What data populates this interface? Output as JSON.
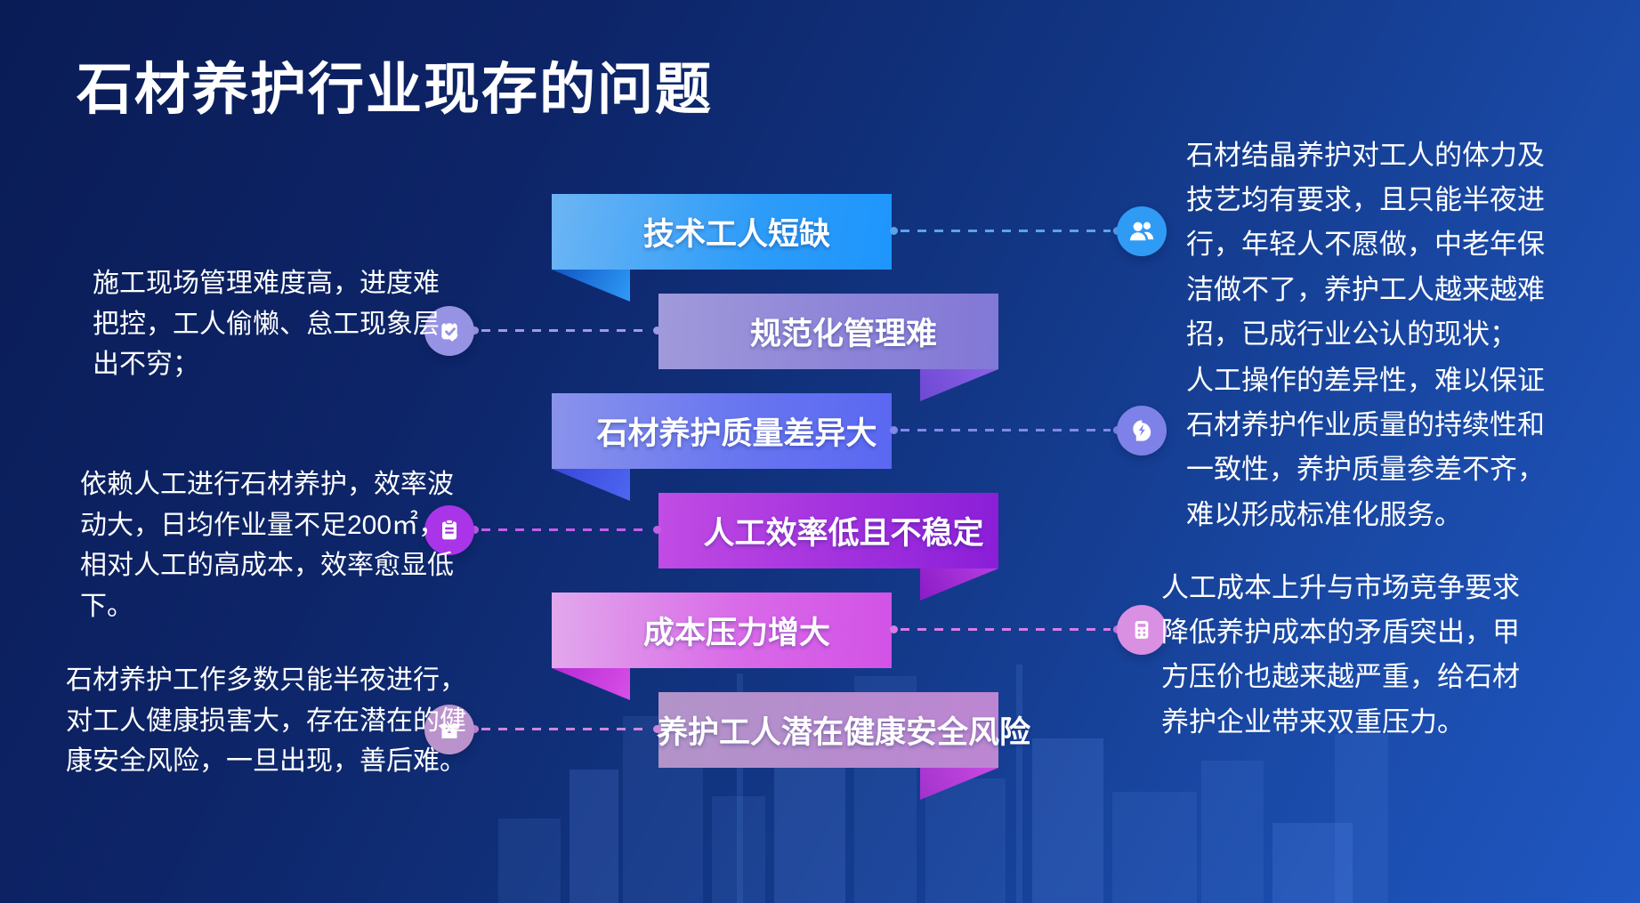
{
  "title": "石材养护行业现存的问题",
  "colors": {
    "background": "linear-gradient(117deg,#0a1c56 0%,#0d2467 28%,#123684 55%,#1a4aa8 80%,#2057c2 100%)",
    "text": "#ffffff"
  },
  "banners": [
    {
      "label": "技术工人短缺",
      "bg": "linear-gradient(100deg,#6cb5f4 0%,#2d9cf8 60%,#1d96fd 100%)",
      "tail": "linear-gradient(120deg,#0f55c4,#2f9bf7)"
    },
    {
      "label": "规范化管理难",
      "bg": "linear-gradient(93deg,#a09ada 0%,#8d84d8 55%,#8278d6 100%)",
      "tail": "linear-gradient(240deg,#8a63e6,#6f48d4)"
    },
    {
      "label": "石材养护质量差异大",
      "bg": "linear-gradient(93deg,#8a93eb 0%,#6876f0 55%,#5a68f2 100%)",
      "tail": "linear-gradient(120deg,#3a46d8,#4d67f2)"
    },
    {
      "label": "人工效率低且不稳定",
      "bg": "linear-gradient(93deg,#c24ce4 0%,#a231de 55%,#8a1ed8 100%)",
      "tail": "linear-gradient(240deg,#b83ee2,#8a1cc6)"
    },
    {
      "label": "成本压力增大",
      "bg": "linear-gradient(93deg,#e2a8ec 0%,#d96ae8 55%,#d252e6 100%)",
      "tail": "linear-gradient(120deg,#b52bd4,#d94fe8)"
    },
    {
      "label": "养护工人潜在健康安全风险",
      "bg": "linear-gradient(93deg,#b294c8 0%,#b78bce 55%,#bd86d2 100%)",
      "tail": "linear-gradient(240deg,#c94be2,#a132cc)"
    }
  ],
  "left_notes": [
    {
      "text": "施工现场管理难度高，进度难把控，工人偷懒、怠工现象层出不穷；",
      "icon": "clipboard-check-icon",
      "accent": "#9693e4",
      "line": "#a29ade"
    },
    {
      "text": "依赖人工进行石材养护，效率波动大，日均作业量不足200㎡，相对人工的高成本，效率愈显低下。",
      "icon": "clipboard-icon",
      "accent": "#a934e8",
      "line": "#c45fe8"
    },
    {
      "text": "石材养护工作多数只能半夜进行，对工人健康损害大，存在潜在的健康安全风险，一旦出现，善后难。",
      "icon": "open-box-icon",
      "accent": "#bb93cc",
      "line": "#cd86d8"
    }
  ],
  "right_notes": [
    {
      "text": "石材结晶养护对工人的体力及技艺均有要求，且只能半夜进行，年轻人不愿做，中老年保洁做不了，养护工人越来越难招，已成行业公认的现状；",
      "icon": "users-icon",
      "accent": "#2f9bf5",
      "line": "#58a5ee"
    },
    {
      "text": "人工操作的差异性，难以保证石材养护作业质量的持续性和一致性，养护质量参差不齐，难以形成标准化服务。",
      "icon": "mind-lightning-icon",
      "accent": "#7e82e8",
      "line": "#8388ec"
    },
    {
      "text": "人工成本上升与市场竞争要求降低养护成本的矛盾突出，甲方压价也越来越严重，给石材养护企业带来双重压力。",
      "icon": "calculator-icon",
      "accent": "#d98fe2",
      "line": "#d87ce8"
    }
  ]
}
